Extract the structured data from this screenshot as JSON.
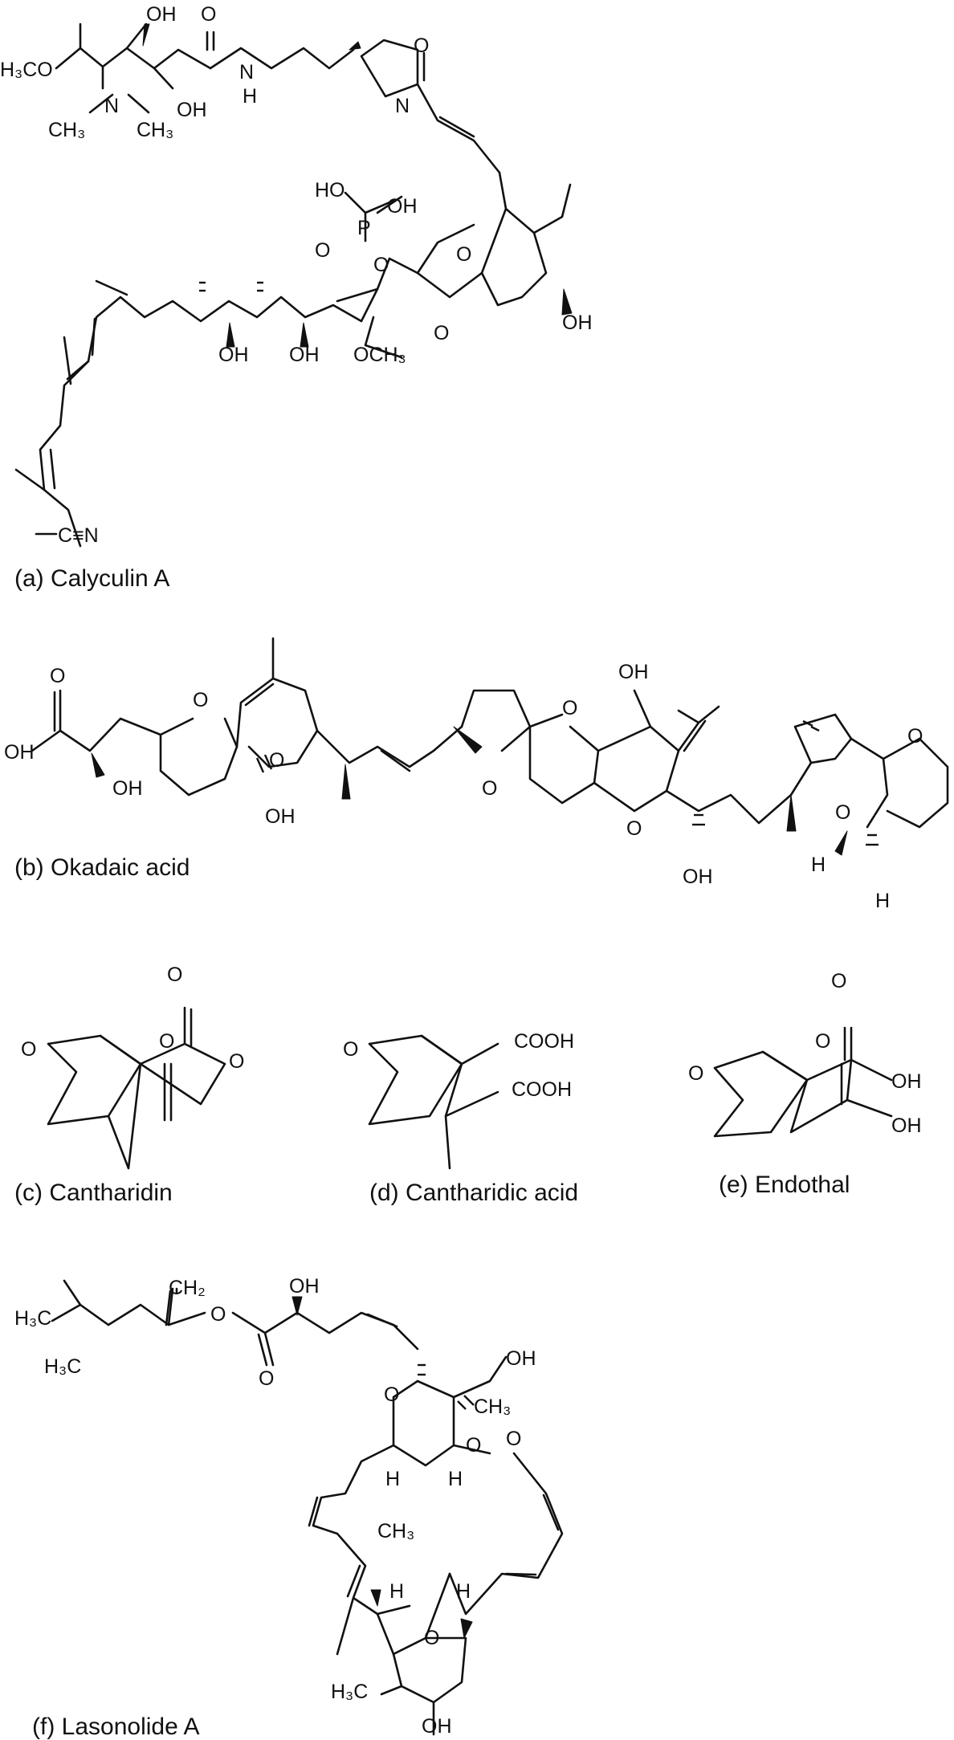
{
  "captions": {
    "a": "(a) Calyculin A",
    "b": "(b) Okadaic acid",
    "c": "(c) Cantharidin",
    "d": "(d) Cantharidic acid",
    "e": "(e) Endothal",
    "f": "(f) Lasonolide A"
  },
  "labels": {
    "OH": "OH",
    "O": "O",
    "N": "N",
    "H": "H",
    "P": "P",
    "HO": "HO",
    "H3CO": "H₃CO",
    "CH3": "CH₃",
    "OCH3": "OCH₃",
    "H3C": "H₃C",
    "CH2": "CH₂",
    "COOH": "COOH",
    "CN": "C≡N"
  }
}
